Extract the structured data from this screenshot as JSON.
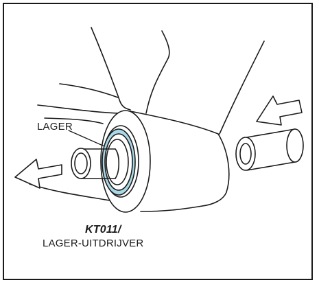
{
  "callouts": {
    "bearing_label": "LAGER",
    "tool_code": "KT011/",
    "tool_name": "LAGER-UITDRIJVER"
  },
  "colors": {
    "bearing_seal": "#a9d8e6",
    "line": "#1a1a1a",
    "background": "#ffffff"
  },
  "icons": [
    "arrow-in-icon",
    "arrow-out-icon"
  ]
}
